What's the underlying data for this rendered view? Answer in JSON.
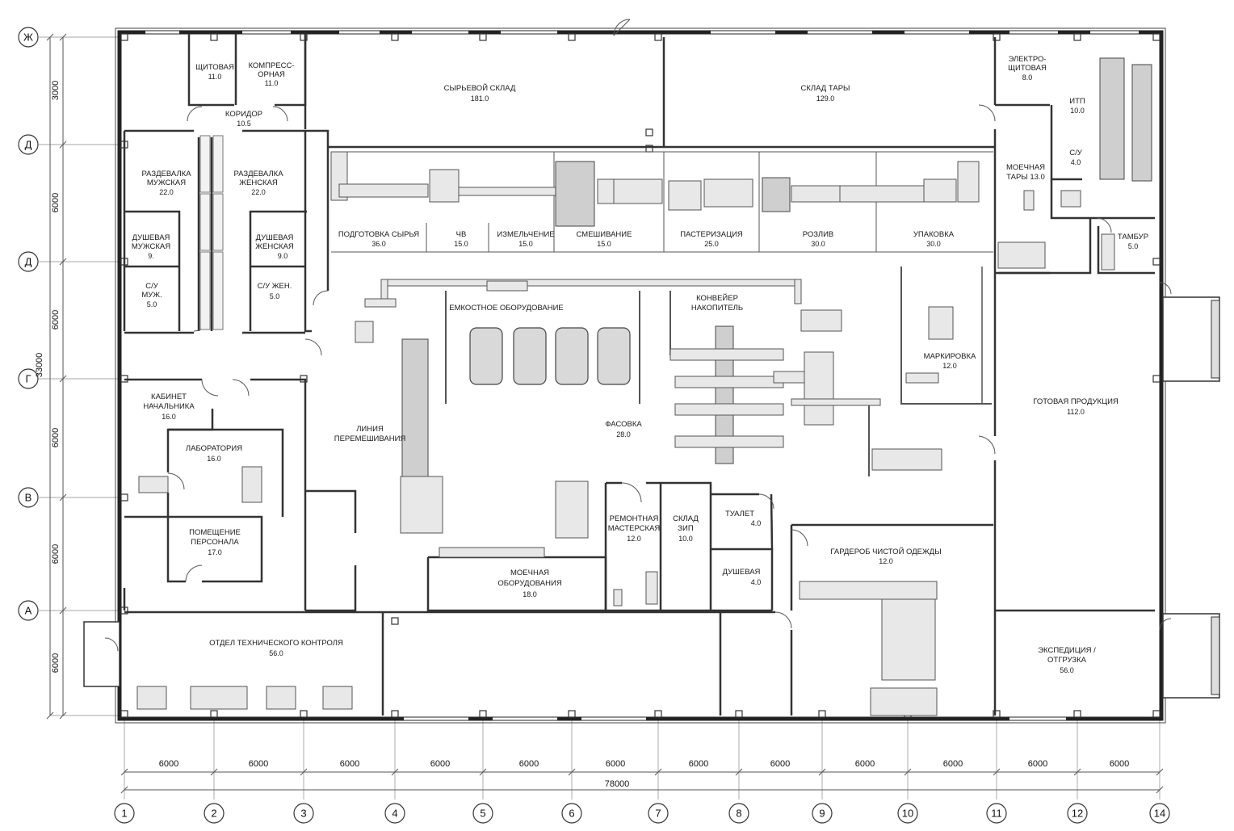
{
  "dimensions": {
    "bottom_spans": [
      "6000",
      "6000",
      "6000",
      "6000",
      "6000",
      "6000",
      "6000",
      "6000",
      "6000",
      "6000",
      "6000",
      "6000"
    ],
    "bottom_total": "78000",
    "left_spans": [
      "3000",
      "6000",
      "6000",
      "6000",
      "6000",
      "6000"
    ],
    "left_total": "33000"
  },
  "axes": {
    "columns": [
      "1",
      "2",
      "3",
      "4",
      "5",
      "6",
      "7",
      "8",
      "9",
      "10",
      "11",
      "12",
      "14"
    ],
    "rows": [
      "Ж",
      "Д",
      "Д",
      "Г",
      "В",
      "А"
    ]
  },
  "rooms": {
    "shchitovaya": {
      "name": "ЩИТОВАЯ",
      "area": "11.0"
    },
    "kompressornaya": {
      "name1": "КОМПРЕСС-",
      "name2": "ОРНАЯ",
      "area": "11.0"
    },
    "koridor": {
      "name": "КОРИДОР",
      "area": "10.5"
    },
    "syrevoy": {
      "name": "СЫРЬЕВОЙ СКЛАД",
      "area": "181.0"
    },
    "sklad_tary": {
      "name": "СКЛАД ТАРЫ",
      "area": "129.0"
    },
    "elektroshchitovaya": {
      "name1": "ЭЛЕКТРО-",
      "name2": "ЩИТОВАЯ",
      "area": "8.0"
    },
    "itp": {
      "name": "ИТП",
      "area": "10.0"
    },
    "moechnaya_tary": {
      "name1": "МОЕЧНАЯ",
      "name2": "ТАРЫ 13.0"
    },
    "su_small": {
      "name": "С/У",
      "area": "4.0"
    },
    "tambur": {
      "name": "ТАМБУР",
      "area": "5.0"
    },
    "razd_m": {
      "name1": "РАЗДЕВАЛКА",
      "name2": "МУЖСКАЯ",
      "area": "22.0"
    },
    "razd_zh": {
      "name1": "РАЗДЕВАЛКА",
      "name2": "ЖЕНСКАЯ",
      "area": "22.0"
    },
    "dush_m": {
      "name1": "ДУШЕВАЯ",
      "name2": "МУЖСКАЯ",
      "area": "9."
    },
    "dush_zh": {
      "name1": "ДУШЕВАЯ",
      "name2": "ЖЕНСКАЯ",
      "area": "9.0"
    },
    "su_m": {
      "name1": "С/У",
      "name2": "МУЖ.",
      "area": "5.0"
    },
    "su_zh": {
      "name": "С/У ЖЕН.",
      "area": "5.0"
    },
    "podgotovka": {
      "name": "ПОДГОТОВКА СЫРЬЯ",
      "area": "36.0"
    },
    "vb": {
      "name": "ЧВ",
      "area": "15.0"
    },
    "izmelchenie": {
      "name": "ИЗМЕЛЬЧЕНИЕ",
      "area": "15.0"
    },
    "smeshivanie": {
      "name": "СМЕШИВАНИЕ",
      "area": "15.0"
    },
    "pasterizaciya": {
      "name": "ПАСТЕРИЗАЦИЯ",
      "area": "25.0"
    },
    "rozliv": {
      "name": "РОЗЛИВ",
      "area": "30.0"
    },
    "upakovka": {
      "name": "УПАКОВКА",
      "area": "30.0"
    },
    "emkostnoe": {
      "name": "ЕМКОСТНОЕ ОБОРУДОВАНИЕ"
    },
    "konveyer": {
      "name1": "КОНВЕЙЕР",
      "name2": "НАКОПИТЕЛЬ"
    },
    "markirovka": {
      "name": "МАРКИРОВКА",
      "area": "12.0"
    },
    "gotovaya": {
      "name": "ГОТОВАЯ ПРОДУКЦИЯ",
      "area": "112.0"
    },
    "kabinet": {
      "name1": "КАБИНЕТ",
      "name2": "НАЧАЛЬНИКА",
      "area": "16.0"
    },
    "laboratoriya": {
      "name": "ЛАБОРАТОРИЯ",
      "area": "16.0"
    },
    "liniya": {
      "name1": "ЛИНИЯ",
      "name2": "ПЕРЕМЕШИВАНИЯ"
    },
    "fasovka": {
      "name": "ФАСОВКА",
      "area": "28.0"
    },
    "pomeshchenie": {
      "name1": "ПОМЕЩЕНИЕ",
      "name2": "ПЕРСОНАЛА",
      "area": "17.0"
    },
    "remontnaya": {
      "name1": "РЕМОНТНАЯ",
      "name2": "МАСТЕРСКАЯ",
      "area": "12.0"
    },
    "sklad_zip": {
      "name1": "СКЛАД",
      "name2": "ЗИП",
      "area": "10.0"
    },
    "tualet": {
      "name": "ТУАЛЕТ",
      "area": "4.0"
    },
    "dushevaya": {
      "name": "ДУШЕВАЯ",
      "area": "4.0"
    },
    "garderob": {
      "name": "ГАРДЕРОБ ЧИСТОЙ ОДЕЖДЫ",
      "area": "12.0"
    },
    "moechnaya_obor": {
      "name1": "МОЕЧНАЯ",
      "name2": "ОБОРУДОВАНИЯ",
      "area": "18.0"
    },
    "otk": {
      "name": "ОТДЕЛ ТЕХНИЧЕСКОГО КОНТРОЛЯ",
      "area": "56.0"
    },
    "ekspediciya": {
      "name1": "ЭКСПЕДИЦИЯ /",
      "name2": "ОТГРУЗКА",
      "area": "56.0"
    }
  }
}
